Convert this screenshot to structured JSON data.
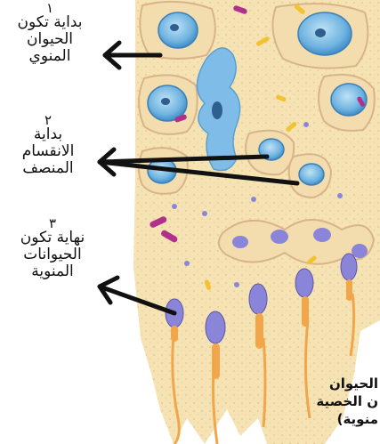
{
  "labels": [
    {
      "number": "١",
      "lines": [
        "بداية تكون",
        "الحيوان",
        "المنوي"
      ]
    },
    {
      "number": "٢",
      "lines": [
        "بداية",
        "الانقسام",
        "المنصف"
      ]
    },
    {
      "number": "٣",
      "lines": [
        "نهاية تكون",
        "الحيوانات",
        "المنوية"
      ]
    }
  ],
  "caption": {
    "lines": [
      "الحيوان",
      "ن الخصية",
      "منوية)"
    ]
  },
  "colors": {
    "tissue": "#f6e3b4",
    "membrane": "#e9c9a4",
    "nucleus": "#4f9fd6",
    "nucleus_light": "#9fd0ef",
    "acrosome": "#8a85d8",
    "midpiece": "#f2a64b",
    "granule_magenta": "#b0308c",
    "granule_yellow": "#f2c230",
    "arrow": "#111111"
  }
}
